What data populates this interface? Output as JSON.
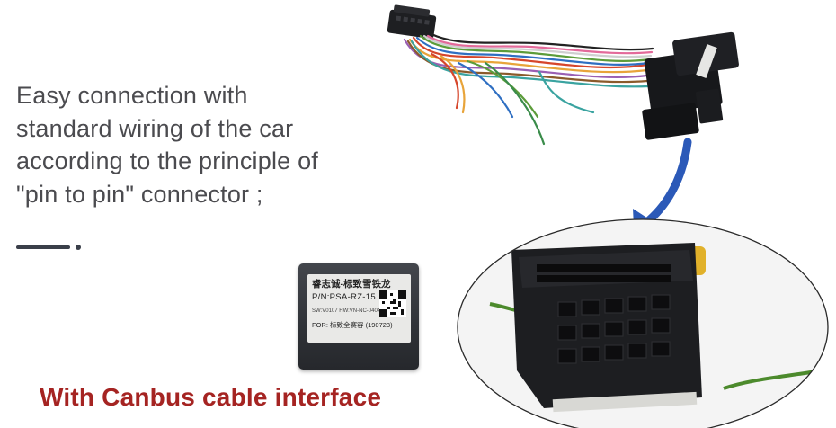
{
  "headline": {
    "line1": "Easy connection with",
    "line2": "standard wiring of the car",
    "line3": "according to the principle of",
    "line4": "\"pin to pin\" connector ;"
  },
  "canbus_box": {
    "brand": "睿志诚-标致雪铁龙",
    "part_number": "P/N:PSA-RZ-15",
    "version": "SW:V0107  HW:VN-NC-0404",
    "for_model": "FOR: 标致全赛容  (190723)"
  },
  "footer": {
    "caption": "With Canbus cable interface"
  },
  "colors": {
    "headline_text": "#4b4b4f",
    "caption_text": "#a52422",
    "arrow": "#2b59b8",
    "connector": "#1c1d20"
  },
  "icons": {
    "arrow": "curved-arrow-down-icon",
    "qr": "qr-code-icon"
  }
}
